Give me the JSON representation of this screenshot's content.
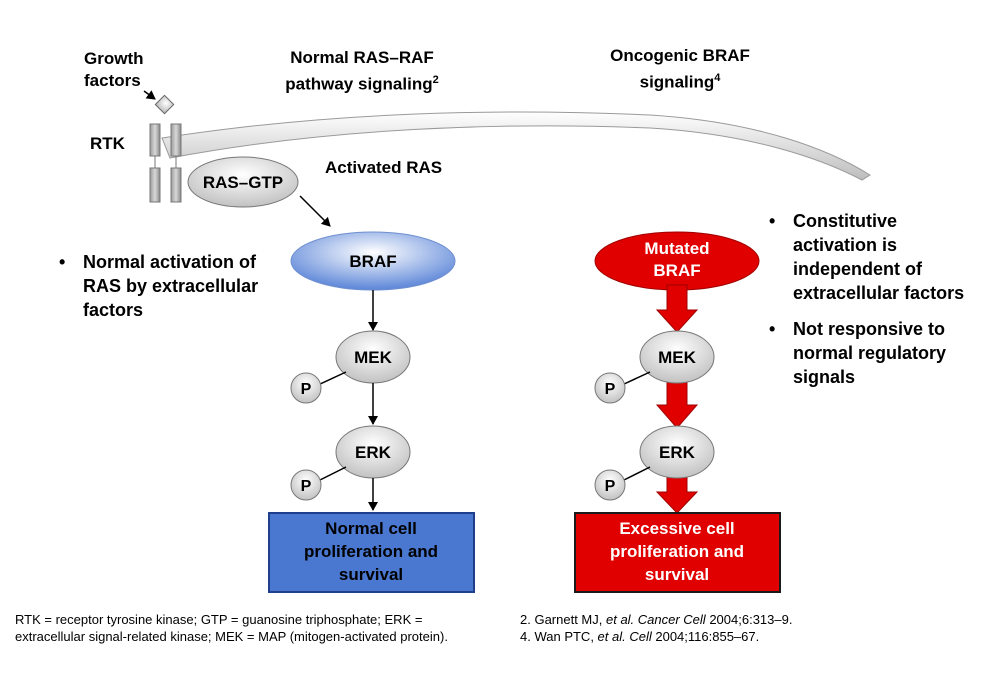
{
  "headers": {
    "normal_line1": "Normal RAS–RAF",
    "normal_line2": "pathway signaling",
    "normal_ref": "2",
    "onco_line1": "Oncogenic BRAF",
    "onco_line2": "signaling",
    "onco_ref": "4"
  },
  "labels": {
    "growth_line1": "Growth",
    "growth_line2": "factors",
    "rtk": "RTK",
    "activated_ras": "Activated RAS"
  },
  "left_pathway": {
    "ras_gtp": "RAS–GTP",
    "braf": "BRAF",
    "mek": "MEK",
    "erk": "ERK",
    "phospho": "P",
    "outcome_line1": "Normal cell",
    "outcome_line2": "proliferation and",
    "outcome_line3": "survival"
  },
  "right_pathway": {
    "braf_line1": "Mutated",
    "braf_line2": "BRAF",
    "mek": "MEK",
    "erk": "ERK",
    "phospho": "P",
    "outcome_line1": "Excessive cell",
    "outcome_line2": "proliferation and",
    "outcome_line3": "survival"
  },
  "left_bullets": [
    "Normal activation of RAS by extracellular factors"
  ],
  "right_bullets": [
    "Constitutive activation is independent of extracellular factors",
    "Not responsive to normal regulatory signals"
  ],
  "footnote_left": "RTK = receptor tyrosine kinase; GTP = guanosine triphosphate; ERK = extracellular signal-related kinase; MEK = MAP (mitogen-activated protein).",
  "references": {
    "ref2_prefix": "2. Garnett MJ, ",
    "ref2_italic": "et al. Cancer Cell",
    "ref2_suffix": " 2004;6:313–9.",
    "ref4_prefix": "4. Wan PTC, ",
    "ref4_italic": "et al. Cell",
    "ref4_suffix": " 2004;116:855–67."
  },
  "colors": {
    "normal_outcome": "#4a78d0",
    "onco": "#e00000",
    "braf_blue": "#5b85d8"
  }
}
